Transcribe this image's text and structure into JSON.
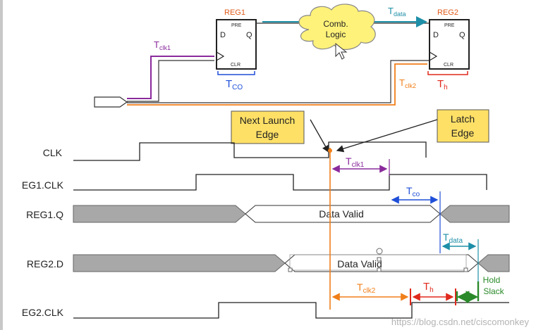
{
  "colors": {
    "purple": "#8a2a9c",
    "orange": "#f07f1a",
    "teal": "#1e8fa8",
    "blue": "#1f4fd8",
    "red": "#e0281c",
    "green": "#2a8a2a",
    "callout": "#ffe066",
    "cloud": "#fff27a",
    "gray": "#a8a8a8"
  },
  "circuit": {
    "reg1": {
      "title": "REG1",
      "pre": "PRE",
      "d": "D",
      "q": "Q",
      "clr": "CLR"
    },
    "reg2": {
      "title": "REG2",
      "pre": "PRE",
      "d": "D",
      "q": "Q",
      "clr": "CLR"
    },
    "cloud": {
      "line1": "Comb.",
      "line2": "Logic"
    },
    "labels": {
      "tdata_t": "T",
      "tdata_s": "data",
      "tclk1_t": "T",
      "tclk1_s": "clk1",
      "tco_t": "T",
      "tco_s": "CO",
      "tclk2_t": "T",
      "tclk2_s": "clk2",
      "th_t": "T",
      "th_s": "h"
    }
  },
  "callouts": {
    "next_launch": {
      "line1": "Next Launch",
      "line2": "Edge"
    },
    "latch": {
      "line1": "Latch",
      "line2": "Edge"
    }
  },
  "signals": {
    "clk": "CLK",
    "reg1clk": "EG1.CLK",
    "reg1q": "REG1.Q",
    "reg2d": "REG2.D",
    "reg2clk": "EG2.CLK"
  },
  "waves": {
    "reg1q_label": "Data Valid",
    "reg2d_label": "Data Valid"
  },
  "timing_labels": {
    "tclk1_t": "T",
    "tclk1_s": "clk1",
    "tco_t": "T",
    "tco_s": "co",
    "tdata_t": "T",
    "tdata_s": "data",
    "tclk2_t": "T",
    "tclk2_s": "clk2",
    "th_t": "T",
    "th_s": "h",
    "hold1": "Hold",
    "hold2": "Slack"
  },
  "watermark": "https://blog.csdn.net/ciscomonkey"
}
